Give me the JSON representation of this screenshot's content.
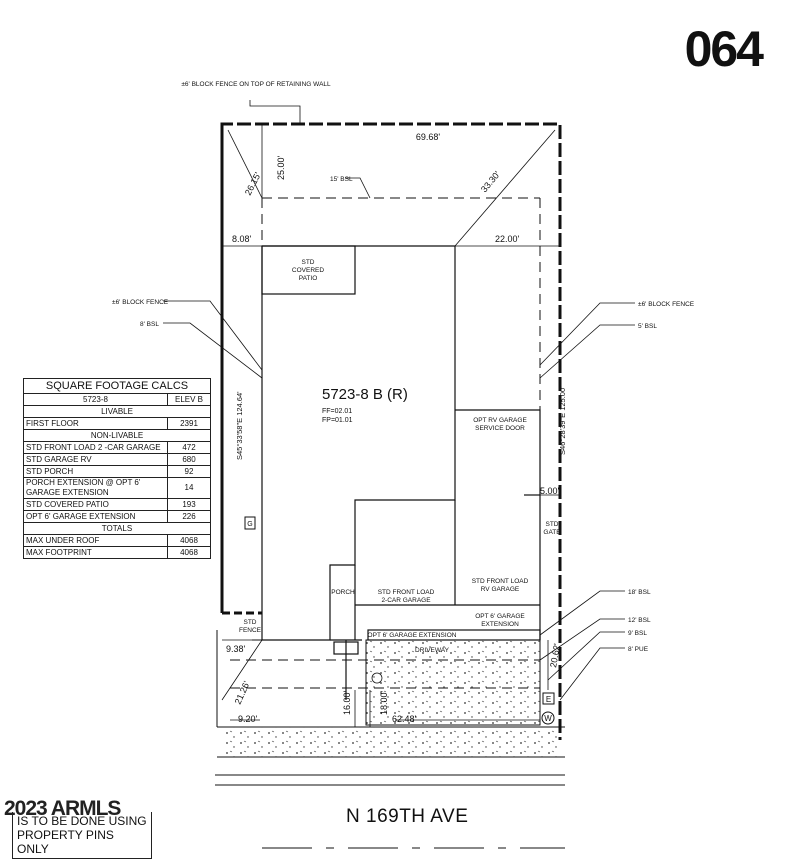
{
  "lot_number": "064",
  "plan": {
    "name": "5723-8 B (R)",
    "ff": "FF=02.01",
    "fp": "FP=01.01"
  },
  "street_name": "N 169TH AVE",
  "copyright": "2023 ARMLS",
  "note": "IS TO BE DONE USING PROPERTY PINS ONLY",
  "callouts": {
    "rear_fence": "±6' BLOCK FENCE ON TOP OF RETAINING WALL",
    "left_fence": "±6' BLOCK FENCE",
    "left_bsl": "8' BSL",
    "right_fence": "±6' BLOCK FENCE",
    "right_bsl": "5' BSL",
    "rear_bsl": "15' BSL",
    "bsl_18": "18' BSL",
    "bsl_12": "12' BSL",
    "bsl_9": "9' BSL",
    "pue": "8' PUE"
  },
  "dimensions": {
    "rear_width": "69.68'",
    "rear_setback": "25.00'",
    "rear_diag_left": "26.15'",
    "rear_diag_right": "33.30'",
    "left_setback": "8.08'",
    "right_setback": "22.00'",
    "left_lot_line": "S45°33'58\"E 124.64'",
    "right_lot_line": "S46°28'39\"E 125.00'",
    "side_gap": "5.00'",
    "front_left": "9.38'",
    "front_diag_left": "21.26'",
    "front_corner": "9.20'",
    "front_depth_1": "16.00'",
    "front_depth_2": "18.00'",
    "front_width": "62.48'",
    "front_diag_right": "20.62'"
  },
  "rooms": {
    "covered_patio": "STD COVERED PATIO",
    "rv_service_door": "OPT RV GARAGE SERVICE DOOR",
    "std_gate": "STD GATE",
    "porch": "PORCH",
    "garage_2car": "STD FRONT LOAD 2-CAR GARAGE",
    "garage_rv": "STD FRONT LOAD RV GARAGE",
    "garage_ext": "OPT 6' GARAGE EXTENSION",
    "garage_ext_2": "OPT 6' GARAGE EXTENSION",
    "std_fence": "STD FENCE",
    "driveway": "DRIVEWAY"
  },
  "markers": {
    "w": "W",
    "e": "E",
    "g": "G"
  },
  "sqft_table": {
    "title": "SQUARE FOOTAGE CALCS",
    "plan_header": "5723-8",
    "elev_header": "ELEV B",
    "rows": [
      {
        "label": "LIVABLE",
        "value": "",
        "section": true
      },
      {
        "label": "FIRST FLOOR",
        "value": "2391",
        "section": false
      },
      {
        "label": "NON-LIVABLE",
        "value": "",
        "section": true
      },
      {
        "label": "STD FRONT LOAD 2 -CAR GARAGE",
        "value": "472",
        "section": false
      },
      {
        "label": "STD GARAGE RV",
        "value": "680",
        "section": false
      },
      {
        "label": "STD PORCH",
        "value": "92",
        "section": false
      },
      {
        "label": "PORCH EXTENSION @ OPT 6' GARAGE EXTENSION",
        "value": "14",
        "section": false
      },
      {
        "label": "STD COVERED PATIO",
        "value": "193",
        "section": false
      },
      {
        "label": "OPT 6' GARAGE EXTENSION",
        "value": "226",
        "section": false
      },
      {
        "label": "TOTALS",
        "value": "",
        "section": true
      },
      {
        "label": "MAX UNDER ROOF",
        "value": "4068",
        "section": false
      },
      {
        "label": "MAX FOOTPRINT",
        "value": "4068",
        "section": false
      }
    ]
  }
}
